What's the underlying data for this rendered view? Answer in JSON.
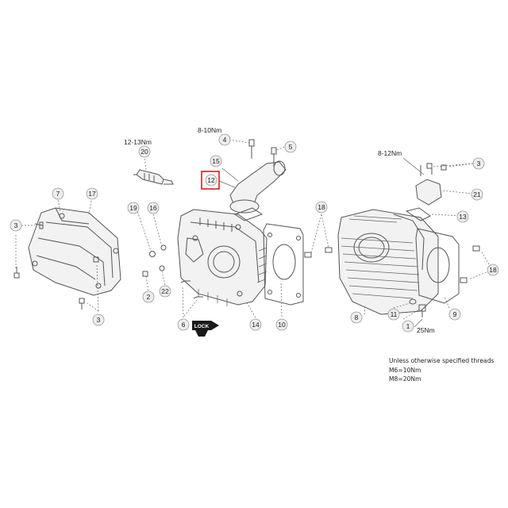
{
  "callouts": {
    "c1": "1",
    "c2": "2",
    "c3": "3",
    "c4": "4",
    "c5": "5",
    "c6": "6",
    "c7": "7",
    "c8": "8",
    "c9": "9",
    "c10": "10",
    "c11": "11",
    "c12": "12",
    "c13": "13",
    "c14": "14",
    "c15": "15",
    "c16": "16",
    "c17": "17",
    "c18": "18",
    "c19": "19",
    "c20": "20",
    "c21": "21",
    "c22": "22"
  },
  "torques": {
    "spark_plug": "12-13Nm",
    "manifold_bolt": "8-10Nm",
    "tensioner_bolt": "8-12Nm",
    "drain_bolt": "25Nm"
  },
  "lock_label": "LOCK",
  "highlighted_callout": "12",
  "notes": {
    "line1": "Unless otherwise specified threads",
    "line2": "M6=10Nm",
    "line3": "M8=20Nm"
  },
  "colors": {
    "highlight": "#d32020",
    "line": "#555555",
    "bubble": "#eeeeee"
  }
}
